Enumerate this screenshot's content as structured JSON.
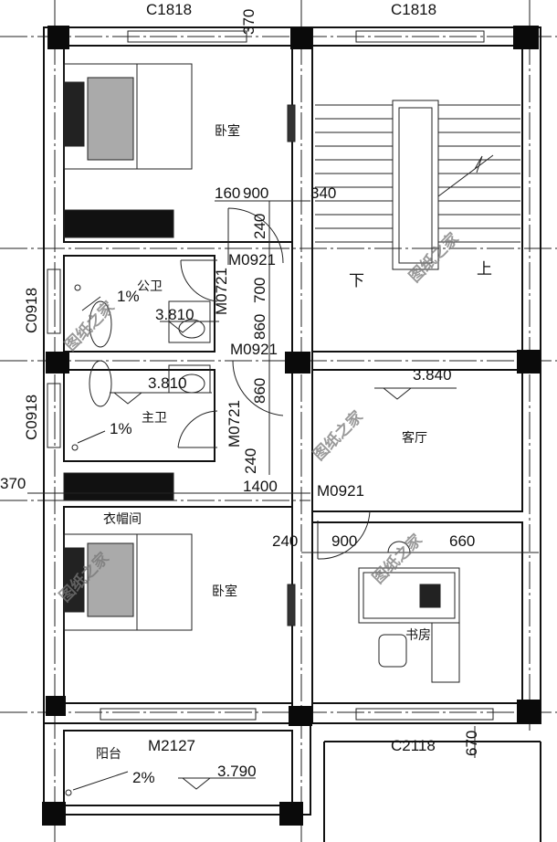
{
  "windows": {
    "top_left": "C1818",
    "top_right": "C1818",
    "left_upper": "C0918",
    "left_lower": "C0918",
    "bottom_right": "C2118"
  },
  "doors": {
    "bedroom_door": "M0921",
    "hall_door": "M0921",
    "study_door": "M0921",
    "public_bath_door": "M0721",
    "master_bath_door": "M0721",
    "balcony_door": "M2127"
  },
  "dimensions": {
    "top_370": "370",
    "d160": "160",
    "d900_top": "900",
    "d340": "340",
    "d240_top": "240",
    "d700": "700",
    "d860_a": "860",
    "d860_b": "860",
    "left_370": "370",
    "d1400": "1400",
    "d240_mid": "240",
    "d240_study": "240",
    "d900_study": "900",
    "d660": "660",
    "d670": "670"
  },
  "rooms": {
    "bedroom_top": "卧室",
    "bedroom_bottom": "卧室",
    "public_bath": "公卫",
    "master_bath": "主卫",
    "living": "客厅",
    "study": "书房",
    "closet": "衣帽间",
    "balcony": "阳台"
  },
  "stairs": {
    "down": "下",
    "up": "上"
  },
  "elevations": {
    "public_bath": "3.810",
    "master_bath": "3.810",
    "living": "3.840",
    "balcony": "3.790"
  },
  "slopes": {
    "public_bath": "1%",
    "master_bath": "1%",
    "balcony": "2%"
  },
  "watermark": "图纸之家"
}
